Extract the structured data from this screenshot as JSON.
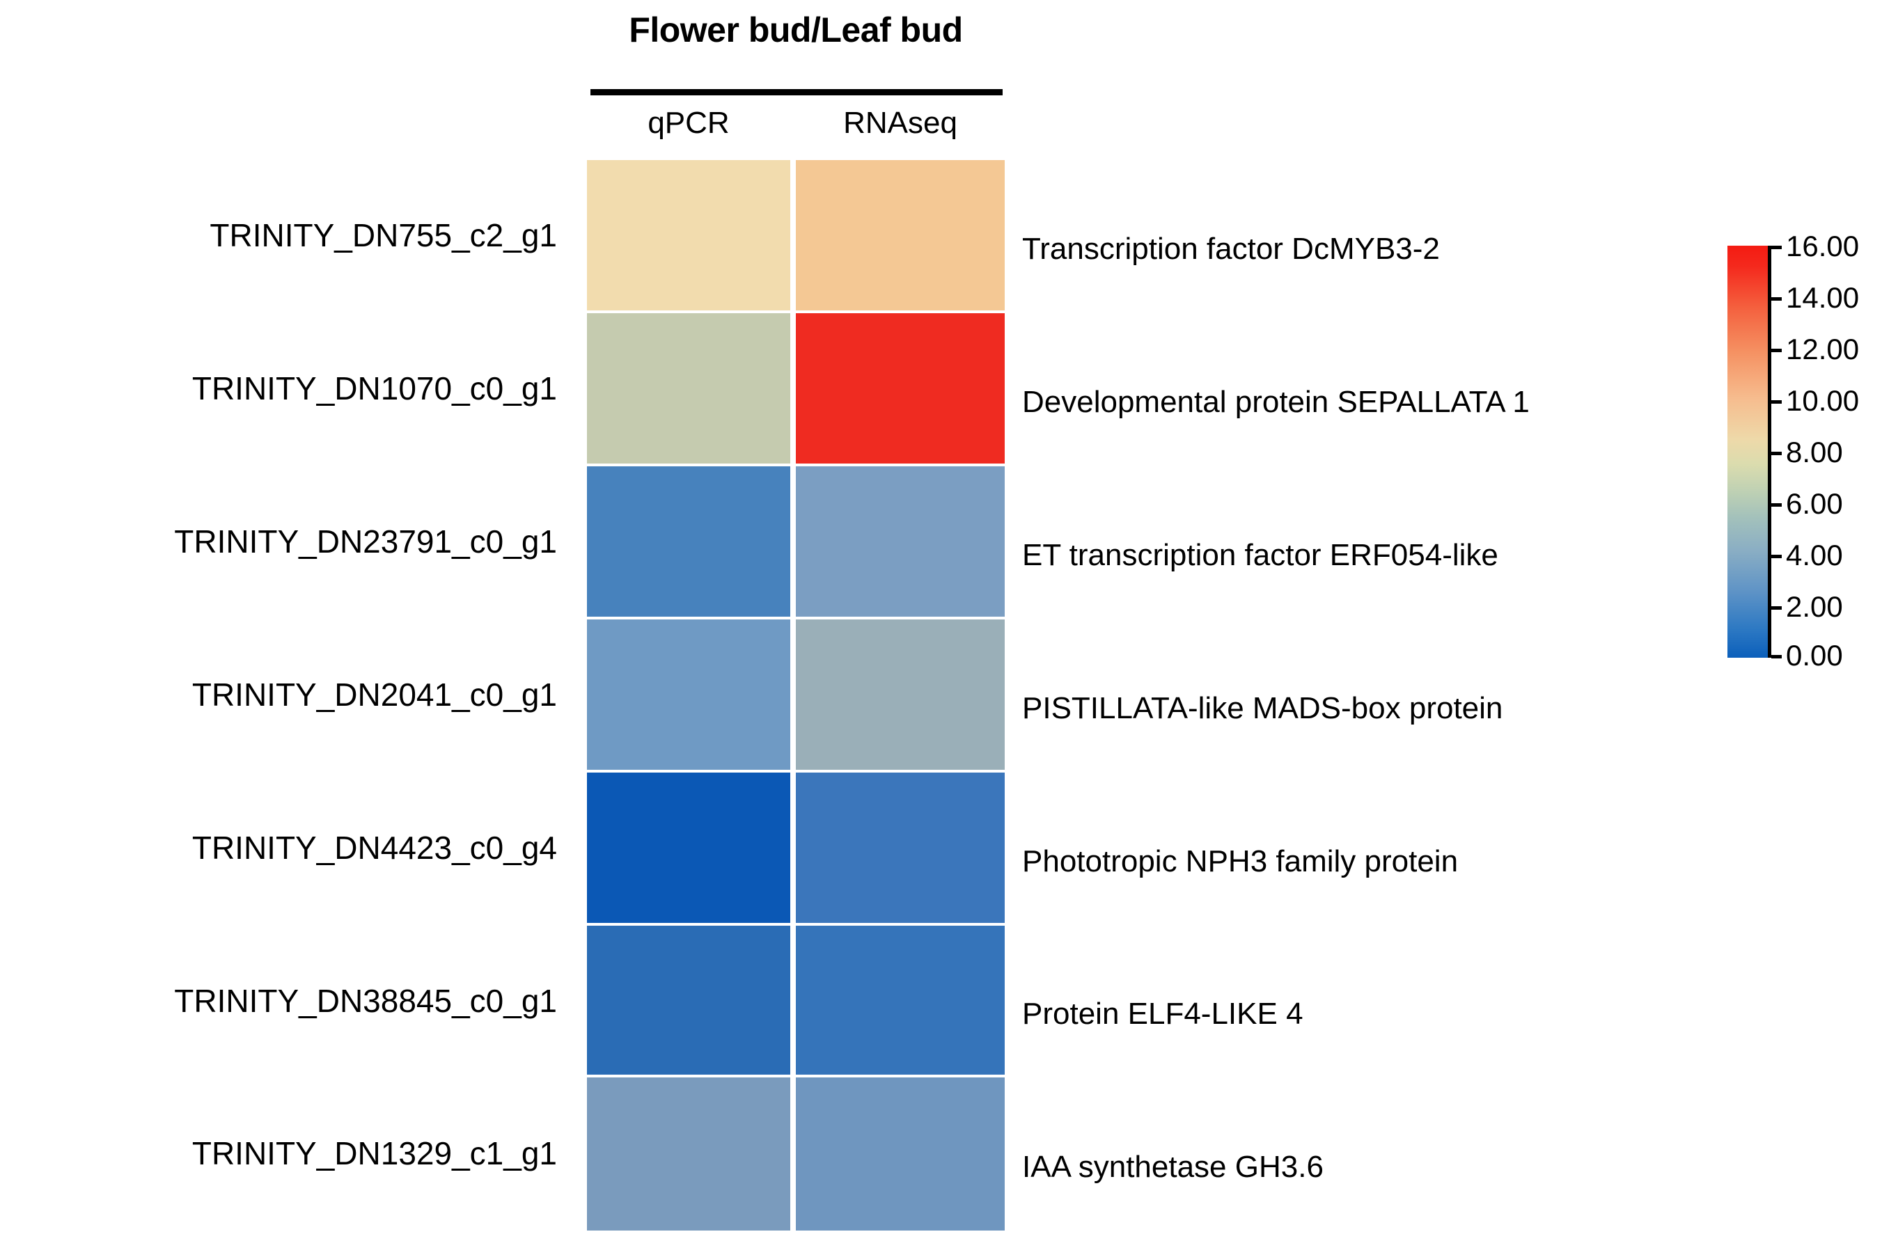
{
  "figure": {
    "group_title": "Flower bud/Leaf bud",
    "columns": [
      "qPCR",
      "RNAseq"
    ]
  },
  "chart_data": {
    "type": "heatmap",
    "title": "Flower bud/Leaf bud",
    "xlabel": "",
    "ylabel": "",
    "columns": [
      "qPCR",
      "RNAseq"
    ],
    "rows": [
      "TRINITY_DN755_c2_g1",
      "TRINITY_DN1070_c0_g1",
      "TRINITY_DN23791_c0_g1",
      "TRINITY_DN2041_c0_g1",
      "TRINITY_DN4423_c0_g4",
      "TRINITY_DN38845_c0_g1",
      "TRINITY_DN1329_c1_g1"
    ],
    "annotations": [
      "Transcription factor DcMYB3-2",
      "Developmental protein SEPALLATA 1",
      "ET transcription factor ERF054-like",
      "PISTILLATA-like MADS-box protein",
      "Phototropic NPH3 family protein",
      "Protein ELF4-LIKE 4",
      "IAA synthetase GH3.6"
    ],
    "values": [
      [
        7.6,
        8.6
      ],
      [
        5.7,
        16.0
      ],
      [
        2.2,
        3.0
      ],
      [
        2.7,
        4.1
      ],
      [
        0.3,
        1.6
      ],
      [
        1.2,
        1.5
      ],
      [
        3.2,
        2.9
      ]
    ],
    "cell_colors": [
      [
        "#f2dcae",
        "#f4c894"
      ],
      [
        "#c5cbaf",
        "#ef2b21"
      ],
      [
        "#4782bd",
        "#7b9ec2"
      ],
      [
        "#6f9ac4",
        "#9aafb8"
      ],
      [
        "#0b58b5",
        "#3b76bb"
      ],
      [
        "#2a6cb5",
        "#3574ba"
      ],
      [
        "#7a9bbd",
        "#6f96bf"
      ]
    ],
    "colorbar": {
      "min": 0.0,
      "max": 16.0,
      "tick_labels": [
        "16.00",
        "14.00",
        "12.00",
        "10.00",
        "8.00",
        "6.00",
        "4.00",
        "2.00",
        "0.00"
      ],
      "tick_values": [
        16,
        14,
        12,
        10,
        8,
        6,
        4,
        2,
        0
      ],
      "low_color": "#0b5fbb",
      "mid_color": "#dbdcae",
      "high_color": "#f41b12",
      "position": "right",
      "orientation": "vertical"
    },
    "grid": false,
    "legend_position": "right"
  }
}
